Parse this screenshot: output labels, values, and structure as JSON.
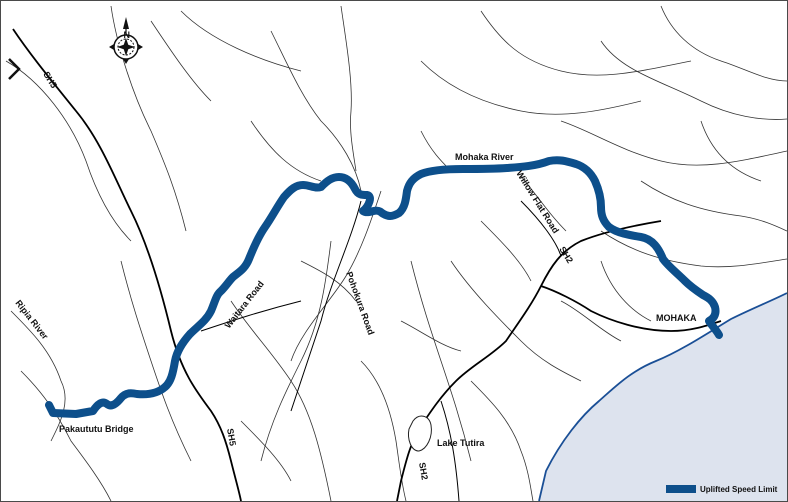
{
  "compass": {
    "north_label": "N",
    "icon": "compass-rose-icon"
  },
  "labels": {
    "sh5_north": "SH5",
    "sh5_south": "SH5",
    "sh2_east": "SH2",
    "sh2_south": "SH2",
    "mohaka_river": "Mohaka River",
    "willow_flat_road": "Willow Flat Road",
    "pohokura_road": "Pohokura Road",
    "waitara_road": "Waitara Road",
    "ripia_river": "Ripia River",
    "pakaututu_bridge": "Pakaututu Bridge",
    "mohaka": "MOHAKA",
    "lake_tutira": "Lake Tutira"
  },
  "legend": {
    "label": "Uplifted Speed Limit"
  },
  "colors": {
    "route": "#0d4f8b",
    "sea": "#dde3ee",
    "coast": "#1a4f96",
    "rivers": "#333333",
    "roads": "#000000"
  }
}
